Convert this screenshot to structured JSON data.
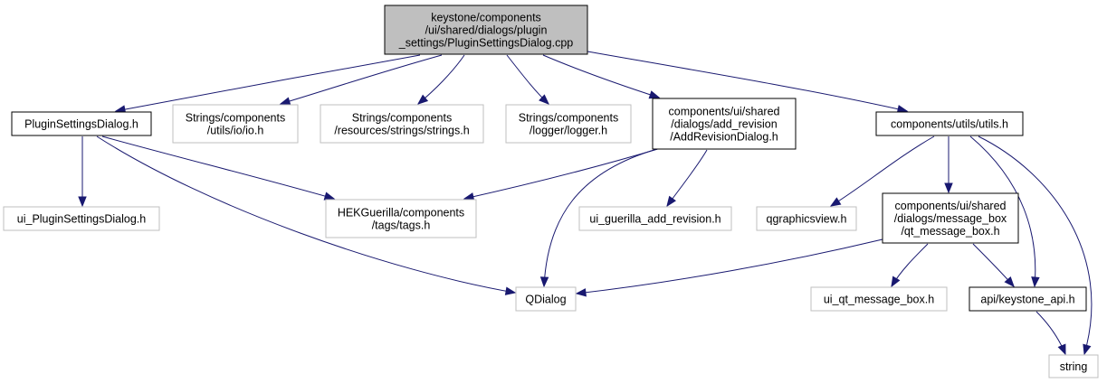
{
  "colors": {
    "edge": "#191970",
    "main_fill": "#bfbfbf",
    "documented_border": "#000000",
    "external_border": "#bfbfbf"
  },
  "nodes": {
    "root": {
      "lines": [
        "keystone/components",
        "/ui/shared/dialogs/plugin",
        "_settings/PluginSettingsDialog.cpp"
      ],
      "kind": "main"
    },
    "plugin_settings_h": {
      "lines": [
        "PluginSettingsDialog.h"
      ],
      "kind": "documented"
    },
    "strings_io": {
      "lines": [
        "Strings/components",
        "/utils/io/io.h"
      ],
      "kind": "external"
    },
    "strings_strings": {
      "lines": [
        "Strings/components",
        "/resources/strings/strings.h"
      ],
      "kind": "external"
    },
    "strings_logger": {
      "lines": [
        "Strings/components",
        "/logger/logger.h"
      ],
      "kind": "external"
    },
    "add_revision_dialog_h": {
      "lines": [
        "components/ui/shared",
        "/dialogs/add_revision",
        "/AddRevisionDialog.h"
      ],
      "kind": "documented"
    },
    "utils_h": {
      "lines": [
        "components/utils/utils.h"
      ],
      "kind": "documented"
    },
    "ui_plugin_settings_h": {
      "lines": [
        "ui_PluginSettingsDialog.h"
      ],
      "kind": "external"
    },
    "hek_tags_h": {
      "lines": [
        "HEKGuerilla/components",
        "/tags/tags.h"
      ],
      "kind": "external"
    },
    "ui_guerilla_add_revision_h": {
      "lines": [
        "ui_guerilla_add_revision.h"
      ],
      "kind": "external"
    },
    "qgraphicsview_h": {
      "lines": [
        "qgraphicsview.h"
      ],
      "kind": "external"
    },
    "qt_message_box_h": {
      "lines": [
        "components/ui/shared",
        "/dialogs/message_box",
        "/qt_message_box.h"
      ],
      "kind": "documented"
    },
    "qdialog": {
      "lines": [
        "QDialog"
      ],
      "kind": "external"
    },
    "ui_qt_message_box_h": {
      "lines": [
        "ui_qt_message_box.h"
      ],
      "kind": "external"
    },
    "keystone_api_h": {
      "lines": [
        "api/keystone_api.h"
      ],
      "kind": "documented"
    },
    "string": {
      "lines": [
        "string"
      ],
      "kind": "external"
    }
  }
}
